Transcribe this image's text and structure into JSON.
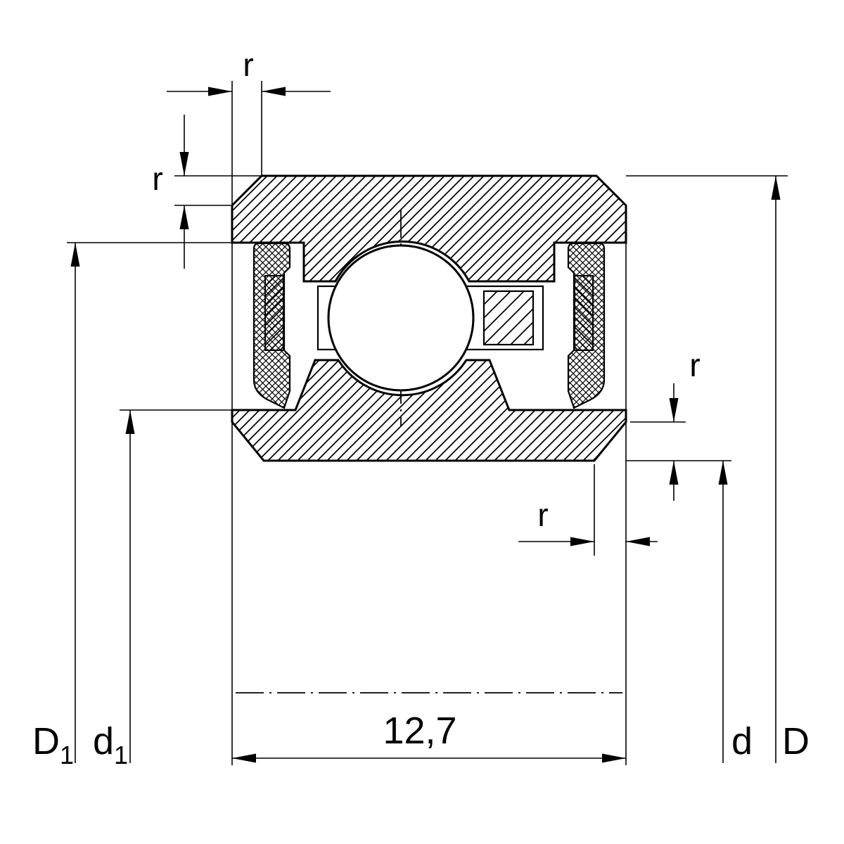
{
  "drawing": {
    "type": "technical-drawing",
    "subject": "sealed-ball-bearing-cross-section",
    "colors": {
      "line": "#000000",
      "background": "#ffffff"
    },
    "dimensions": {
      "width": {
        "label": "12,7"
      },
      "bore": {
        "label": "d"
      },
      "outside": {
        "label": "D"
      },
      "seal_outer": {
        "base": "D",
        "sub": "1"
      },
      "seal_inner": {
        "base": "d",
        "sub": "1"
      },
      "radius_top": {
        "label": "r"
      },
      "radius_left": {
        "label": "r"
      },
      "radius_right_v": {
        "label": "r"
      },
      "radius_right_h": {
        "label": "r"
      }
    }
  }
}
